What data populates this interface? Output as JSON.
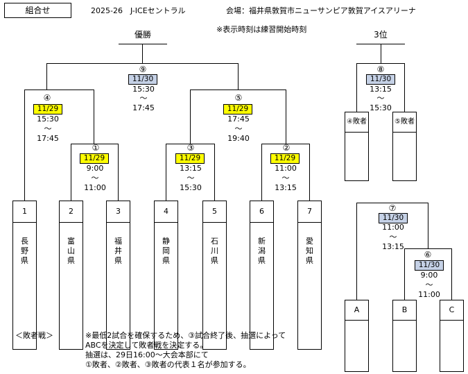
{
  "header": {
    "title": "組合せ",
    "event": "2025-26　J-ICEセントラル",
    "venue": "会場：福井県敦賀市ニューサンピア敦賀アイスアリーナ",
    "note": "※表示時刻は練習開始時刻"
  },
  "main_bracket": {
    "champion_label": "優勝",
    "teams": [
      {
        "num": "1",
        "name": "長野県"
      },
      {
        "num": "2",
        "name": "富山県"
      },
      {
        "num": "3",
        "name": "福井県"
      },
      {
        "num": "4",
        "name": "静岡県"
      },
      {
        "num": "5",
        "name": "石川県"
      },
      {
        "num": "6",
        "name": "新潟県"
      },
      {
        "num": "7",
        "name": "愛知県"
      }
    ],
    "matches": {
      "m1": {
        "no": "①",
        "date": "11/29",
        "start": "9:00",
        "wave": "～",
        "end": "11:00"
      },
      "m2": {
        "no": "②",
        "date": "11/29",
        "start": "11:00",
        "wave": "～",
        "end": "13:15"
      },
      "m3": {
        "no": "③",
        "date": "11/29",
        "start": "13:15",
        "wave": "～",
        "end": "15:30"
      },
      "m4": {
        "no": "④",
        "date": "11/29",
        "start": "15:30",
        "wave": "～",
        "end": "17:45"
      },
      "m5": {
        "no": "⑤",
        "date": "11/29",
        "start": "17:45",
        "wave": "～",
        "end": "19:40"
      },
      "m9": {
        "no": "⑨",
        "date": "11/30",
        "start": "15:30",
        "wave": "～",
        "end": "17:45"
      }
    }
  },
  "third_place": {
    "label": "3位",
    "match": {
      "no": "⑧",
      "date": "11/30",
      "start": "13:15",
      "wave": "～",
      "end": "15:30"
    },
    "left": "④敗者",
    "right": "⑤敗者"
  },
  "consolation": {
    "m6": {
      "no": "⑥",
      "date": "11/30",
      "start": "9:00",
      "wave": "～",
      "end": "11:00"
    },
    "m7": {
      "no": "⑦",
      "date": "11/30",
      "start": "11:00",
      "wave": "～",
      "end": "13:15"
    },
    "teams": [
      "A",
      "B",
      "C"
    ]
  },
  "footer": {
    "label": "＜敗者戦＞",
    "line1": "※最低2試合を確保するため、③試合終了後、抽選によって",
    "line2": "ABCを決定して敗者戦を決定する。",
    "line3": "抽選は、29日16:00～大会本部にて",
    "line4": "①敗者、②敗者、③敗者の代表１名が参加する。"
  },
  "colors": {
    "day1": "#ffff00",
    "day2": "#c5d1e6"
  }
}
